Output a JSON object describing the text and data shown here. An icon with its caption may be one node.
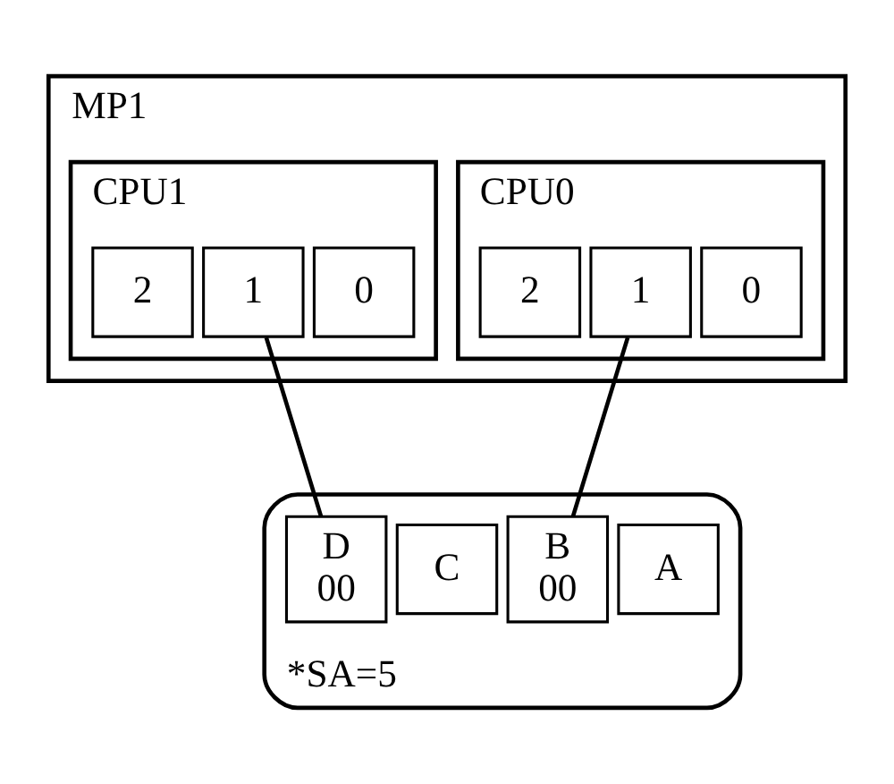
{
  "diagram": {
    "nodes": [
      {
        "text": [
          "MP1"
        ]
      },
      {
        "text": [
          "CPU0"
        ],
        "in": 0
      },
      {
        "text": [
          "0"
        ],
        "in": 1
      },
      {
        "text": [
          "1"
        ],
        "in": 1
      },
      {
        "text": [
          "2"
        ],
        "in": 1
      },
      {
        "text": [
          "CPU1"
        ],
        "in": 0
      },
      {
        "text": [
          "0"
        ],
        "in": 5
      },
      {
        "text": [
          "1"
        ],
        "in": 5
      },
      {
        "text": [
          "2"
        ],
        "in": 5
      },
      {
        "text": [
          "*SA=5"
        ]
      },
      {
        "text": [
          "A"
        ],
        "in": 9
      },
      {
        "text": [
          "B",
          "00"
        ],
        "in": 9
      },
      {
        "text": [
          "C"
        ],
        "in": 9
      },
      {
        "text": [
          "D",
          "00"
        ],
        "in": 9
      }
    ],
    "edges": [
      {
        "from": 3,
        "to": 11,
        "arrow": "none"
      },
      {
        "from": 7,
        "to": 13,
        "arrow": "none"
      }
    ]
  }
}
